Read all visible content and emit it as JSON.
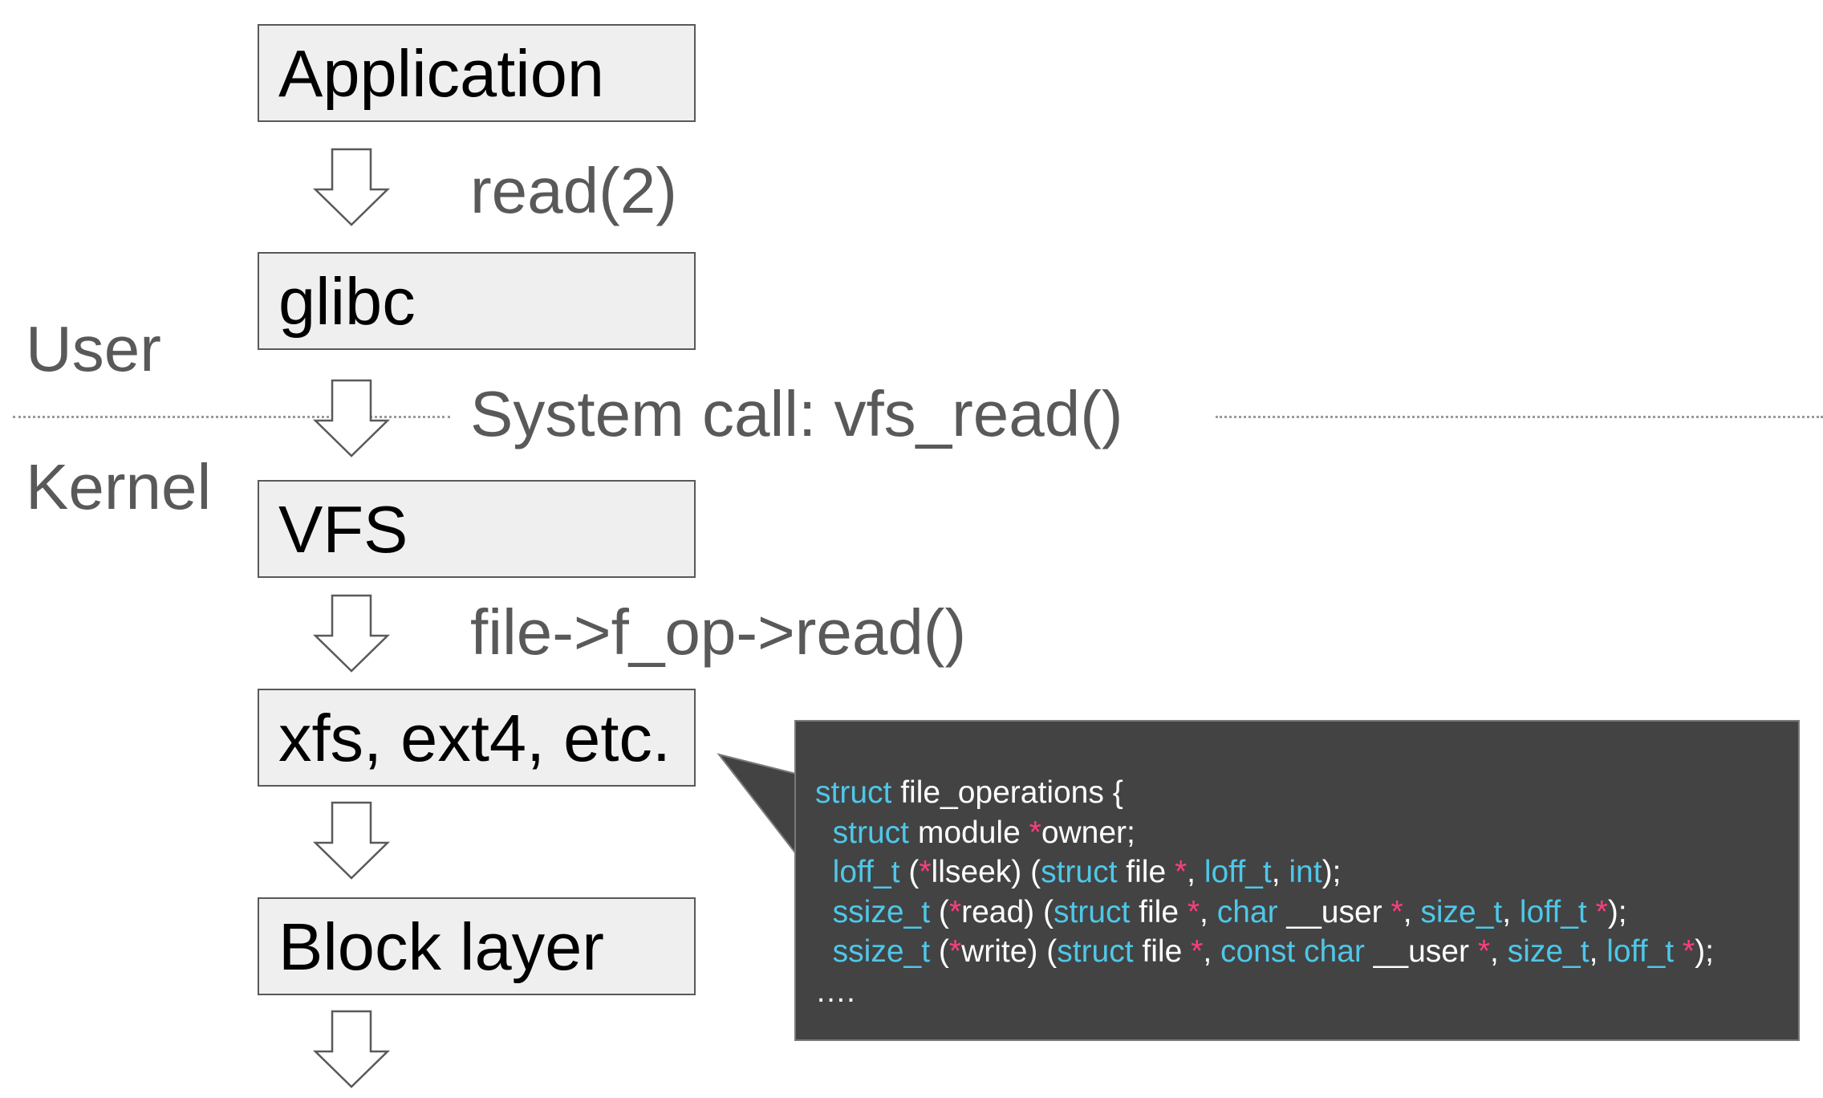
{
  "layers": {
    "application": "Application",
    "glibc": "glibc",
    "vfs": "VFS",
    "filesystems": "xfs, ext4, etc.",
    "block": "Block layer"
  },
  "calls": {
    "read": "read(2)",
    "syscall": "System call: vfs_read()",
    "fop": "file->f_op->read()"
  },
  "regions": {
    "user": "User",
    "kernel": "Kernel"
  },
  "code": {
    "lines": [
      [
        {
          "t": "struct",
          "c": "kw"
        },
        {
          "t": " file_operations {",
          "c": "tx"
        }
      ],
      [
        {
          "t": "  ",
          "c": "tx"
        },
        {
          "t": "struct",
          "c": "kw"
        },
        {
          "t": " module ",
          "c": "tx"
        },
        {
          "t": "*",
          "c": "st"
        },
        {
          "t": "owner;",
          "c": "tx"
        }
      ],
      [
        {
          "t": "  ",
          "c": "tx"
        },
        {
          "t": "loff_t",
          "c": "kw"
        },
        {
          "t": " (",
          "c": "tx"
        },
        {
          "t": "*",
          "c": "st"
        },
        {
          "t": "llseek) (",
          "c": "tx"
        },
        {
          "t": "struct",
          "c": "kw"
        },
        {
          "t": " file ",
          "c": "tx"
        },
        {
          "t": "*",
          "c": "st"
        },
        {
          "t": ", ",
          "c": "tx"
        },
        {
          "t": "loff_t",
          "c": "kw"
        },
        {
          "t": ", ",
          "c": "tx"
        },
        {
          "t": "int",
          "c": "kw"
        },
        {
          "t": ");",
          "c": "tx"
        }
      ],
      [
        {
          "t": "  ",
          "c": "tx"
        },
        {
          "t": "ssize_t",
          "c": "kw"
        },
        {
          "t": " (",
          "c": "tx"
        },
        {
          "t": "*",
          "c": "st"
        },
        {
          "t": "read) (",
          "c": "tx"
        },
        {
          "t": "struct",
          "c": "kw"
        },
        {
          "t": " file ",
          "c": "tx"
        },
        {
          "t": "*",
          "c": "st"
        },
        {
          "t": ", ",
          "c": "tx"
        },
        {
          "t": "char",
          "c": "kw"
        },
        {
          "t": " __user ",
          "c": "tx"
        },
        {
          "t": "*",
          "c": "st"
        },
        {
          "t": ", ",
          "c": "tx"
        },
        {
          "t": "size_t",
          "c": "kw"
        },
        {
          "t": ", ",
          "c": "tx"
        },
        {
          "t": "loff_t",
          "c": "kw"
        },
        {
          "t": " ",
          "c": "tx"
        },
        {
          "t": "*",
          "c": "st"
        },
        {
          "t": ");",
          "c": "tx"
        }
      ],
      [
        {
          "t": "  ",
          "c": "tx"
        },
        {
          "t": "ssize_t",
          "c": "kw"
        },
        {
          "t": " (",
          "c": "tx"
        },
        {
          "t": "*",
          "c": "st"
        },
        {
          "t": "write) (",
          "c": "tx"
        },
        {
          "t": "struct",
          "c": "kw"
        },
        {
          "t": " file ",
          "c": "tx"
        },
        {
          "t": "*",
          "c": "st"
        },
        {
          "t": ", ",
          "c": "tx"
        },
        {
          "t": "const char",
          "c": "kw"
        },
        {
          "t": " __user ",
          "c": "tx"
        },
        {
          "t": "*",
          "c": "st"
        },
        {
          "t": ", ",
          "c": "tx"
        },
        {
          "t": "size_t",
          "c": "kw"
        },
        {
          "t": ", ",
          "c": "tx"
        },
        {
          "t": "loff_t",
          "c": "kw"
        },
        {
          "t": " ",
          "c": "tx"
        },
        {
          "t": "*",
          "c": "st"
        },
        {
          "t": ");",
          "c": "tx"
        }
      ],
      [
        {
          "t": "….",
          "c": "tx"
        }
      ]
    ]
  },
  "colors": {
    "keyword": "#4ec7e8",
    "star": "#ff3d7f",
    "code_bg": "#434343",
    "box_bg": "#efefef",
    "label": "#595959"
  }
}
